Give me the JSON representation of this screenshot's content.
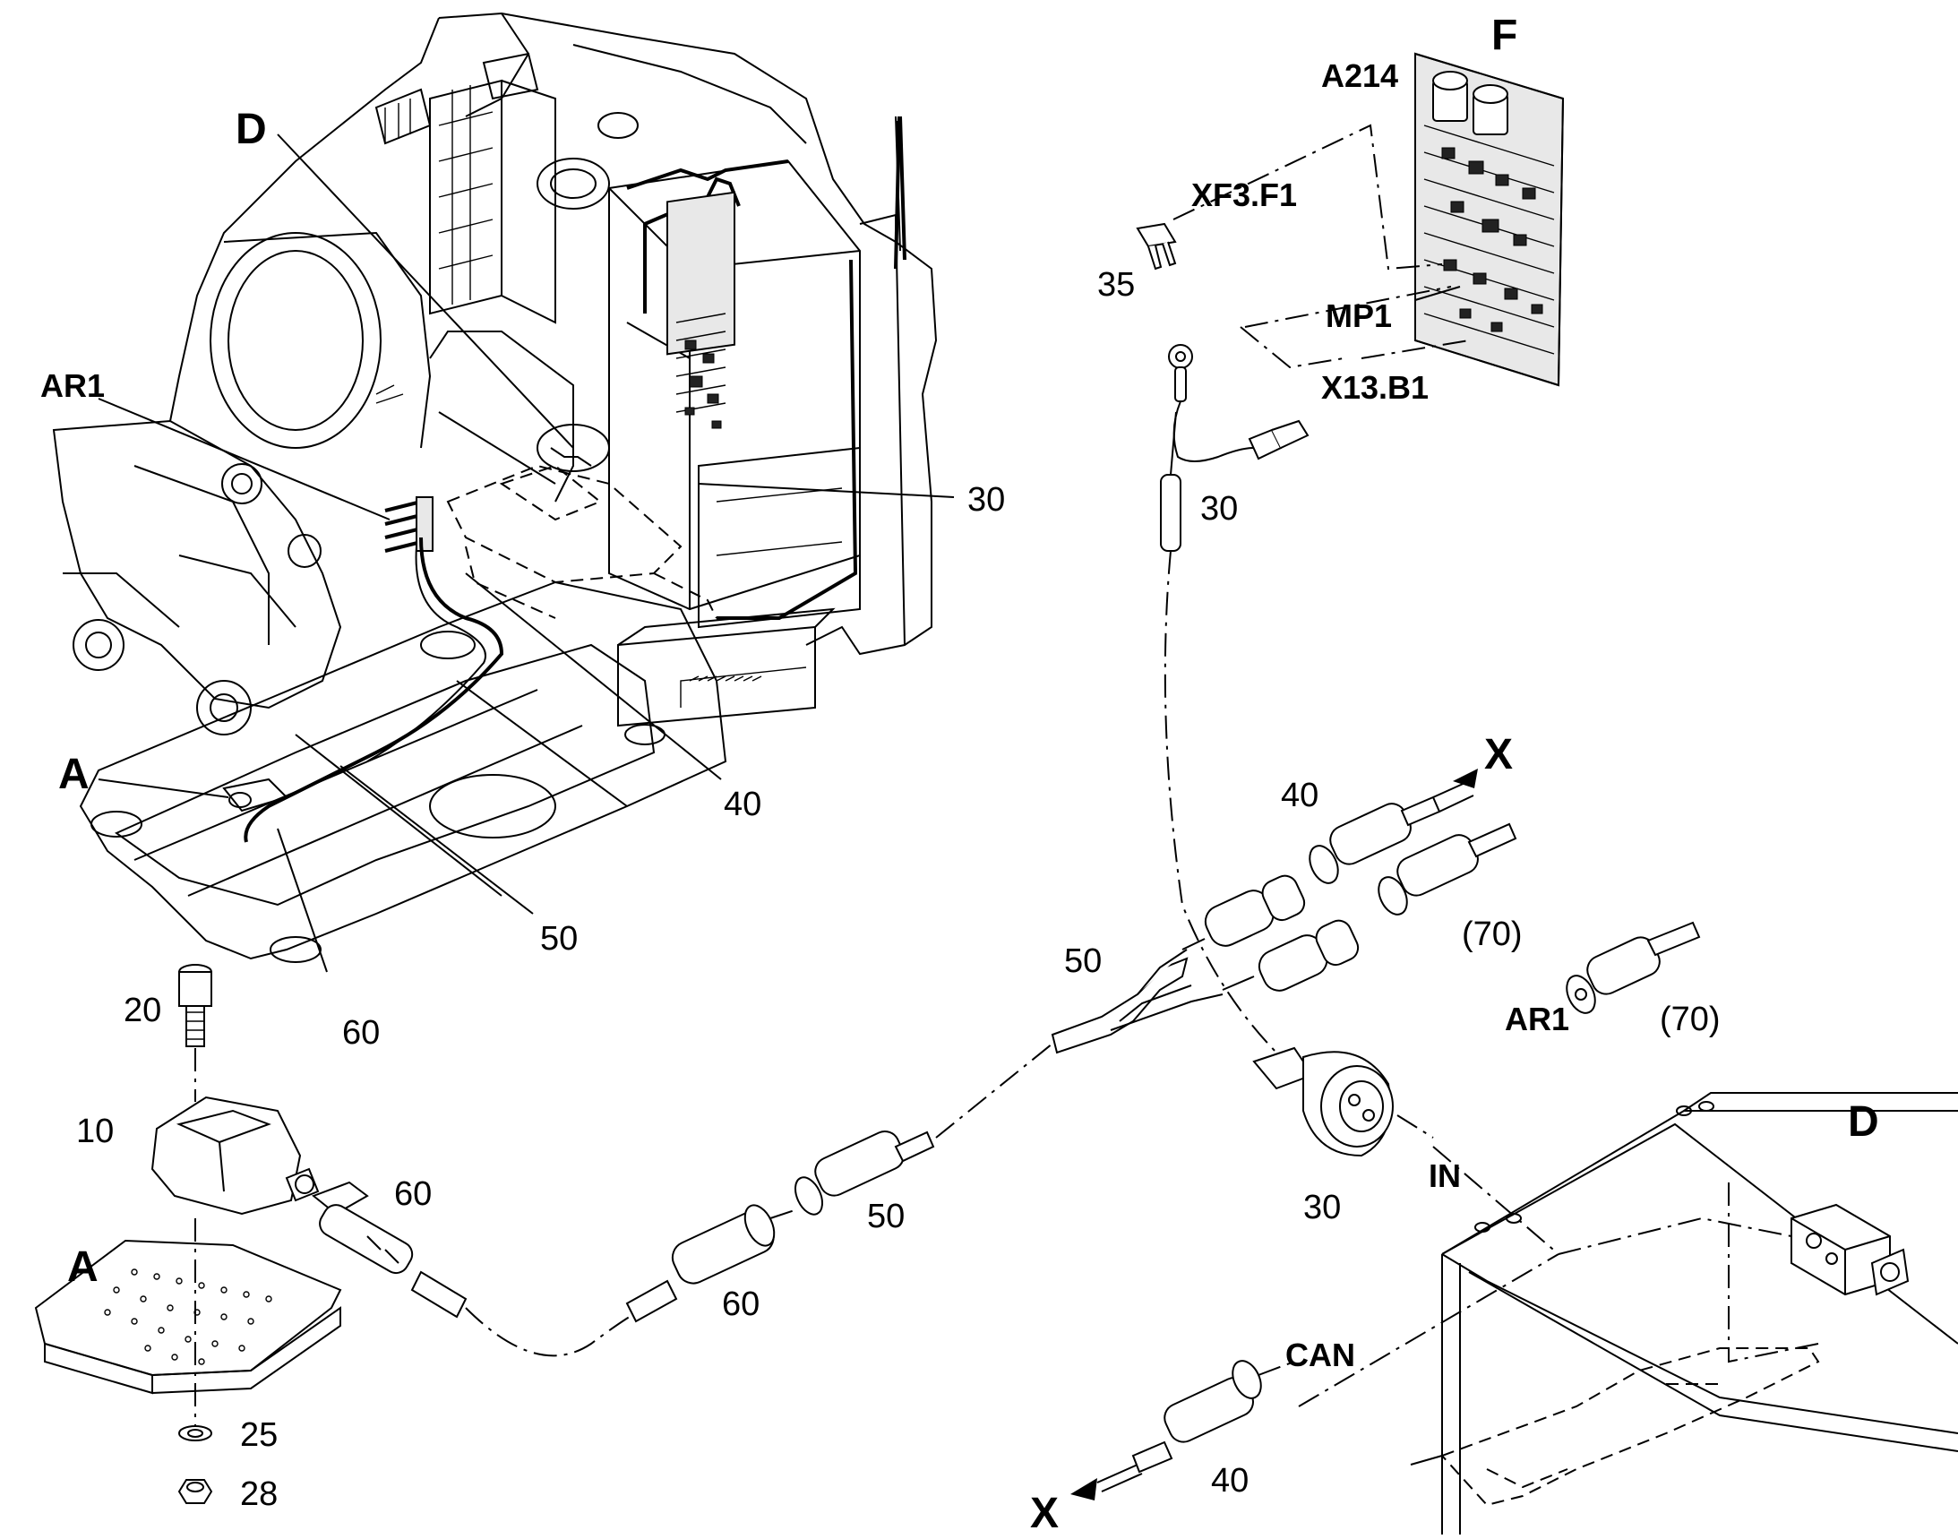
{
  "labels": {
    "detail_D_top": "D",
    "AR1_top": "AR1",
    "A_top": "A",
    "n30_top": "30",
    "n40_top": "40",
    "n50_top": "50",
    "n60_top": "60",
    "F": "F",
    "A214": "A214",
    "XF3_F1": "XF3.F1",
    "n35": "35",
    "MP1": "MP1",
    "X13_B1": "X13.B1",
    "n30_fuse": "30",
    "n40_right": "40",
    "X_top": "X",
    "n70_a": "(70)",
    "n50_right": "50",
    "AR1_right": "AR1",
    "n70_b": "(70)",
    "n20": "20",
    "n10": "10",
    "n60_mid": "60",
    "n50_mid": "50",
    "n60_low": "60",
    "A_low": "A",
    "n25": "25",
    "n28": "28",
    "n30_conn": "30",
    "IN": "IN",
    "D_right": "D",
    "CAN": "CAN",
    "n40_low": "40",
    "X_low": "X"
  }
}
